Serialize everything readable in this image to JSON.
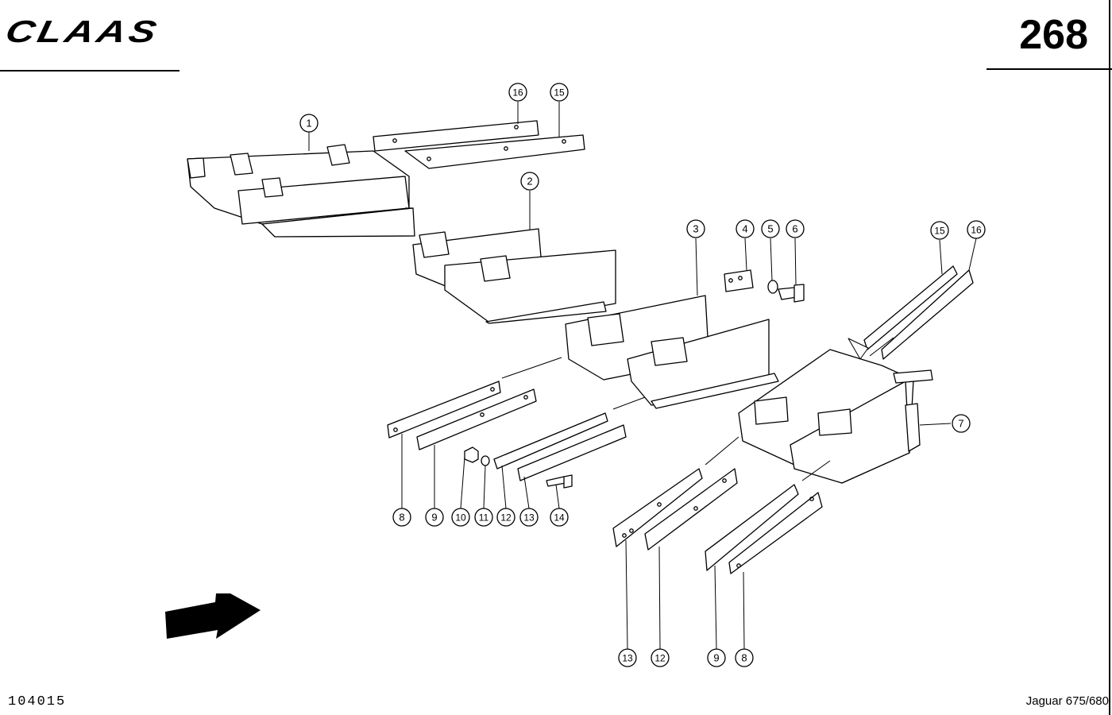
{
  "header": {
    "brand": "CLAAS",
    "page_number": "268"
  },
  "footer": {
    "document_number": "104015",
    "model": "Jaguar 675/680"
  },
  "callouts": [
    "1",
    "2",
    "3",
    "4",
    "5",
    "6",
    "7",
    "8",
    "9",
    "10",
    "11",
    "12",
    "13",
    "14",
    "15",
    "16"
  ]
}
